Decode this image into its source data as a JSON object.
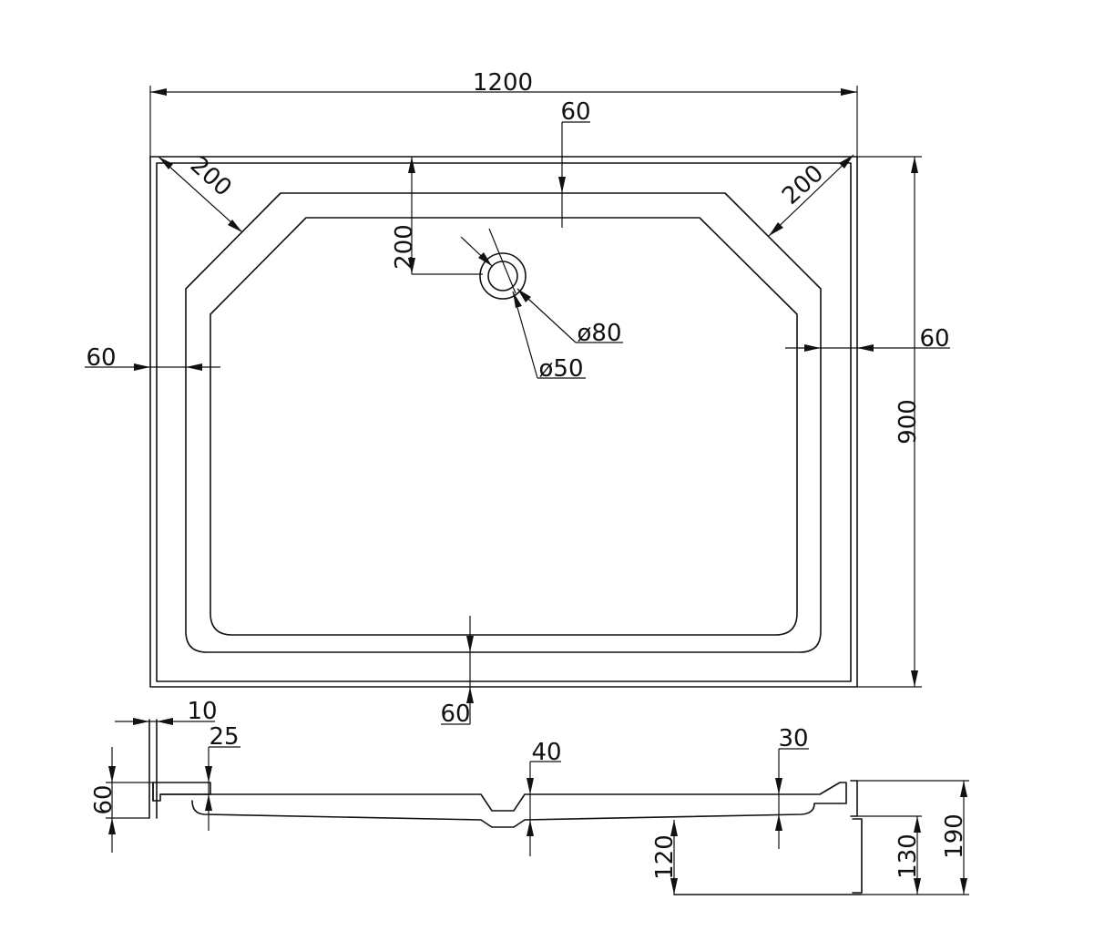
{
  "colors": {
    "line": "#111111",
    "background": "#ffffff"
  },
  "plan_view": {
    "overall_width": "1200",
    "overall_depth": "900",
    "corner_chamfer_left": "200",
    "corner_chamfer_right": "200",
    "top_rim": "60",
    "left_rim": "60",
    "right_rim": "60",
    "bottom_rim": "60",
    "drain_offset": "200",
    "drain_outer_diameter": "ø80",
    "drain_inner_diameter": "ø50"
  },
  "section_view": {
    "lip_thickness": "10",
    "rim_step": "25",
    "rim_height": "60",
    "drain_depth": "40",
    "right_step": "30",
    "leg_height": "120",
    "frame_height": "130",
    "total_height": "190"
  }
}
